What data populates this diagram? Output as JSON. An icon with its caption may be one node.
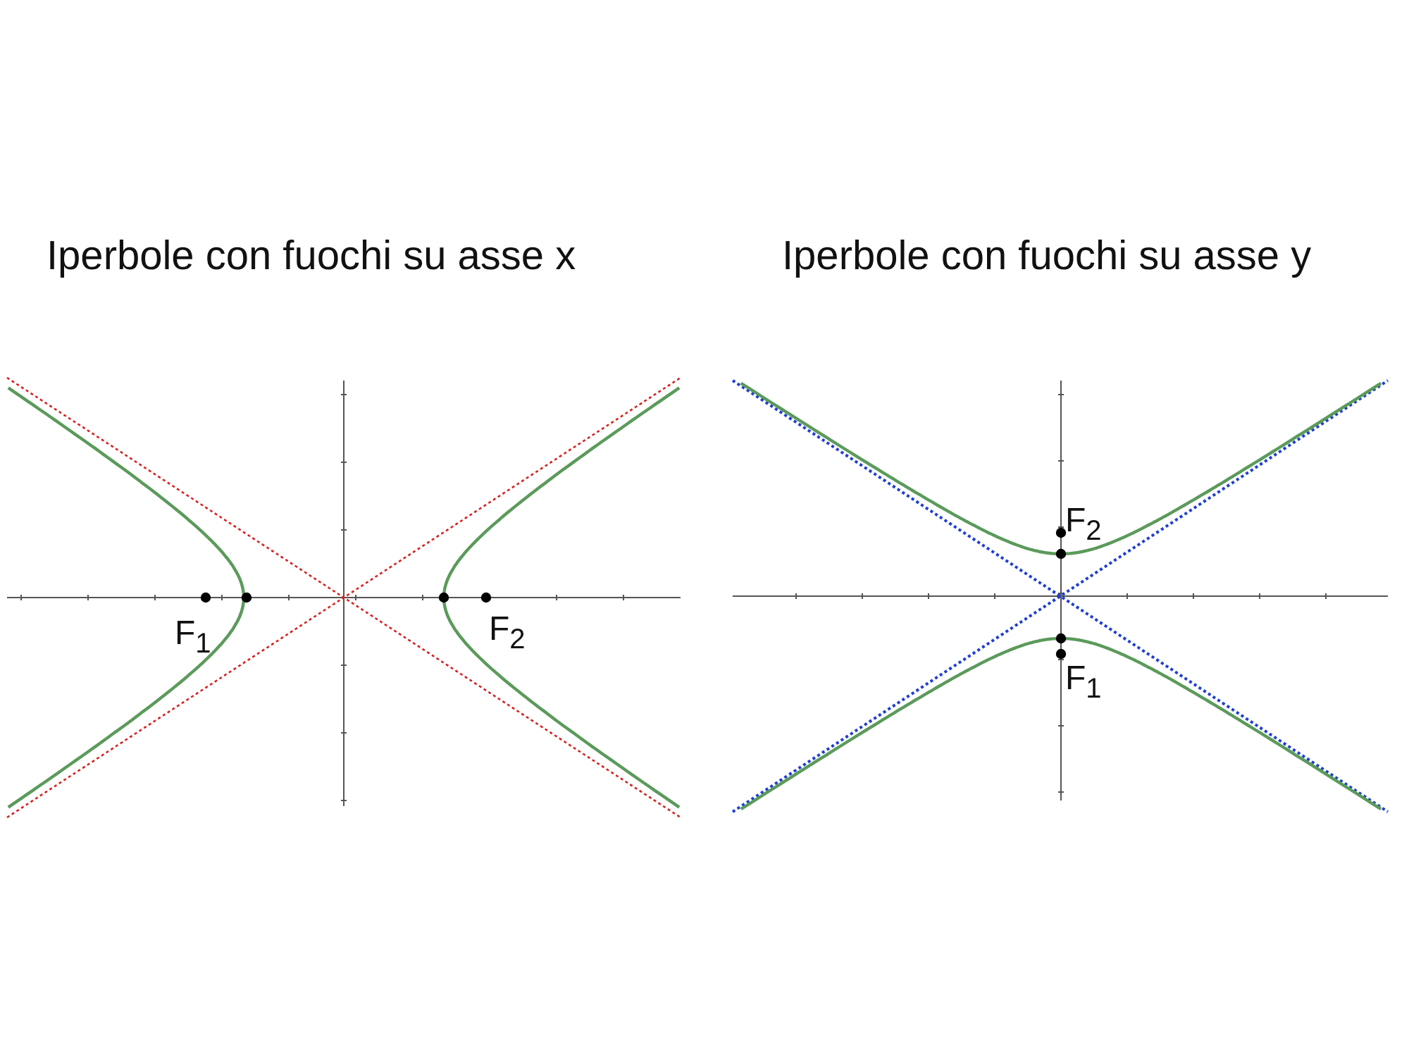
{
  "diagram": {
    "labels": [
      "Iperbole con fuochi su asse x",
      "Iperbole con fuochi su asse y",
      "F$_{1}$",
      "F$_{2}$",
      "F$_{2}$",
      "F$_{1}$"
    ]
  }
}
